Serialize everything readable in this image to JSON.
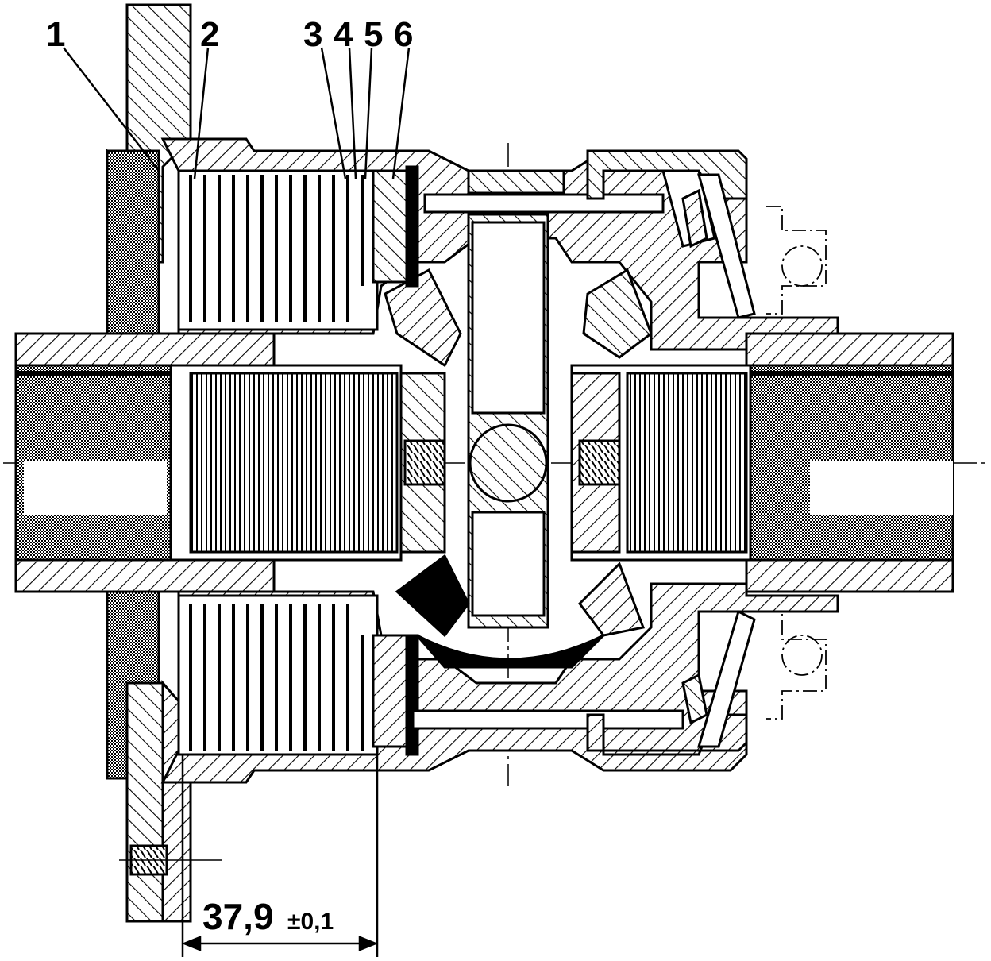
{
  "callouts": [
    {
      "id": "1",
      "text": "1"
    },
    {
      "id": "2",
      "text": "2"
    },
    {
      "id": "3",
      "text": "3"
    },
    {
      "id": "4",
      "text": "4"
    },
    {
      "id": "5",
      "text": "5"
    },
    {
      "id": "6",
      "text": "6"
    }
  ],
  "dimension": {
    "value": "37,9",
    "tolerance": "±0,1"
  },
  "colors": {
    "ink": "#000000",
    "paper": "#ffffff",
    "stipple": "#9a9a9a"
  }
}
